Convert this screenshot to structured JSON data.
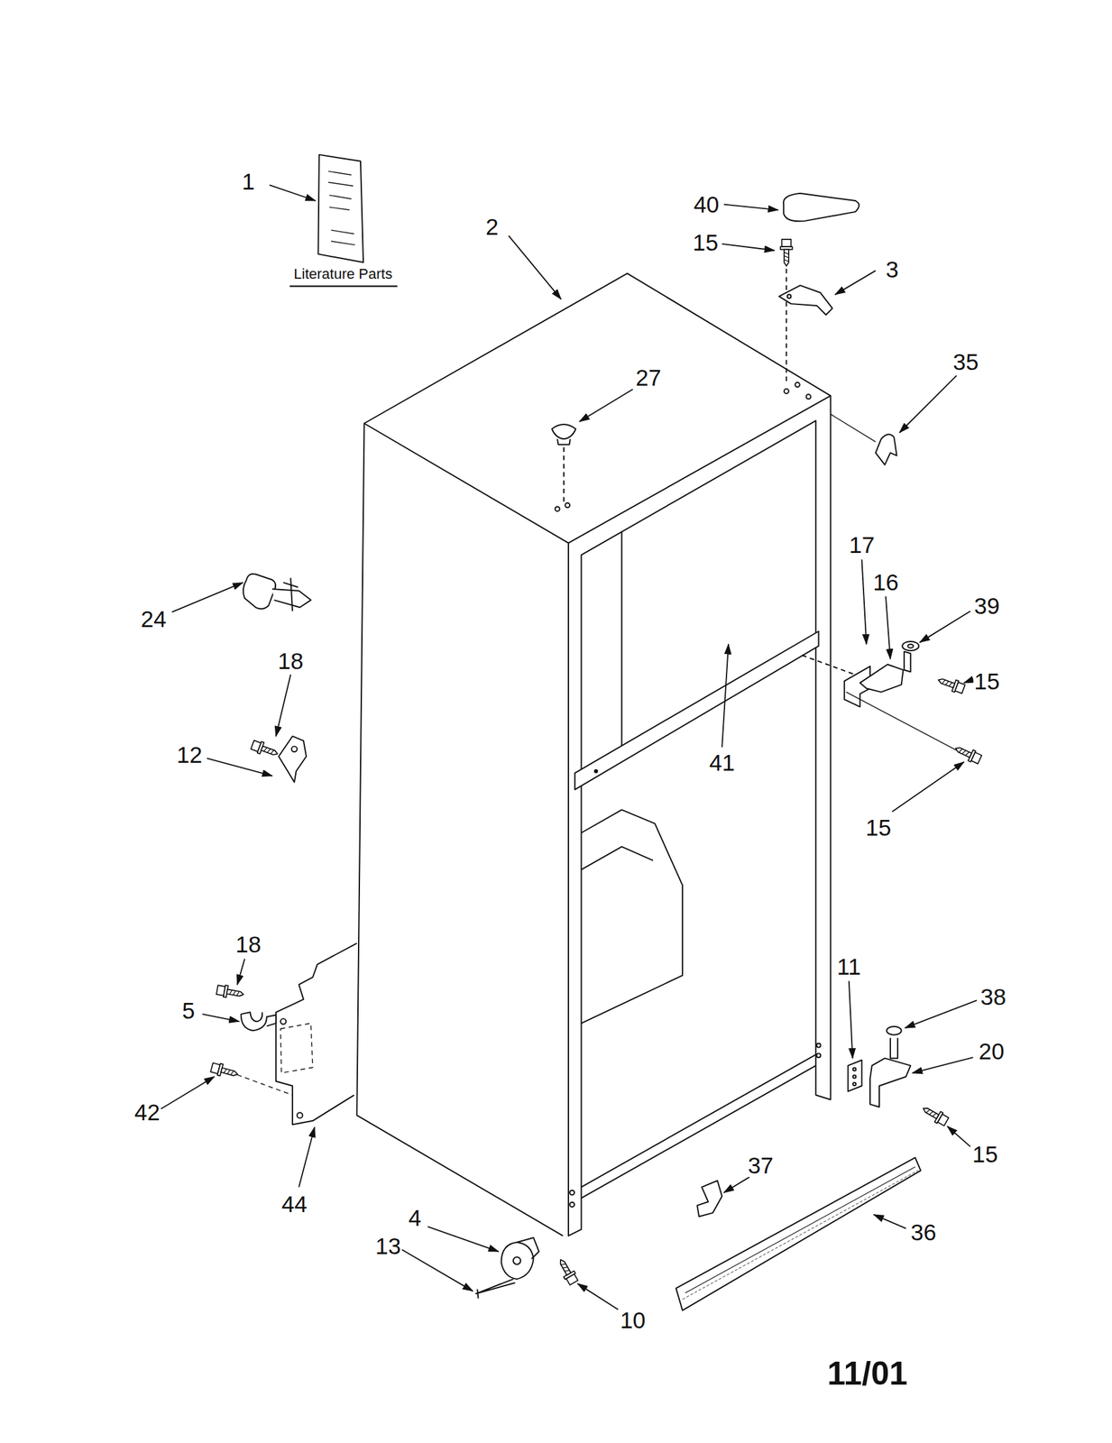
{
  "diagram": {
    "labels": [
      "1",
      "40",
      "2",
      "15",
      "3",
      "Literature Parts",
      "35",
      "27",
      "17",
      "16",
      "39",
      "24",
      "18",
      "15",
      "12",
      "41",
      "15",
      "18",
      "11",
      "38",
      "5",
      "20",
      "42",
      "15",
      "37",
      "44",
      "4",
      "36",
      "13",
      "10",
      "11/01"
    ]
  }
}
